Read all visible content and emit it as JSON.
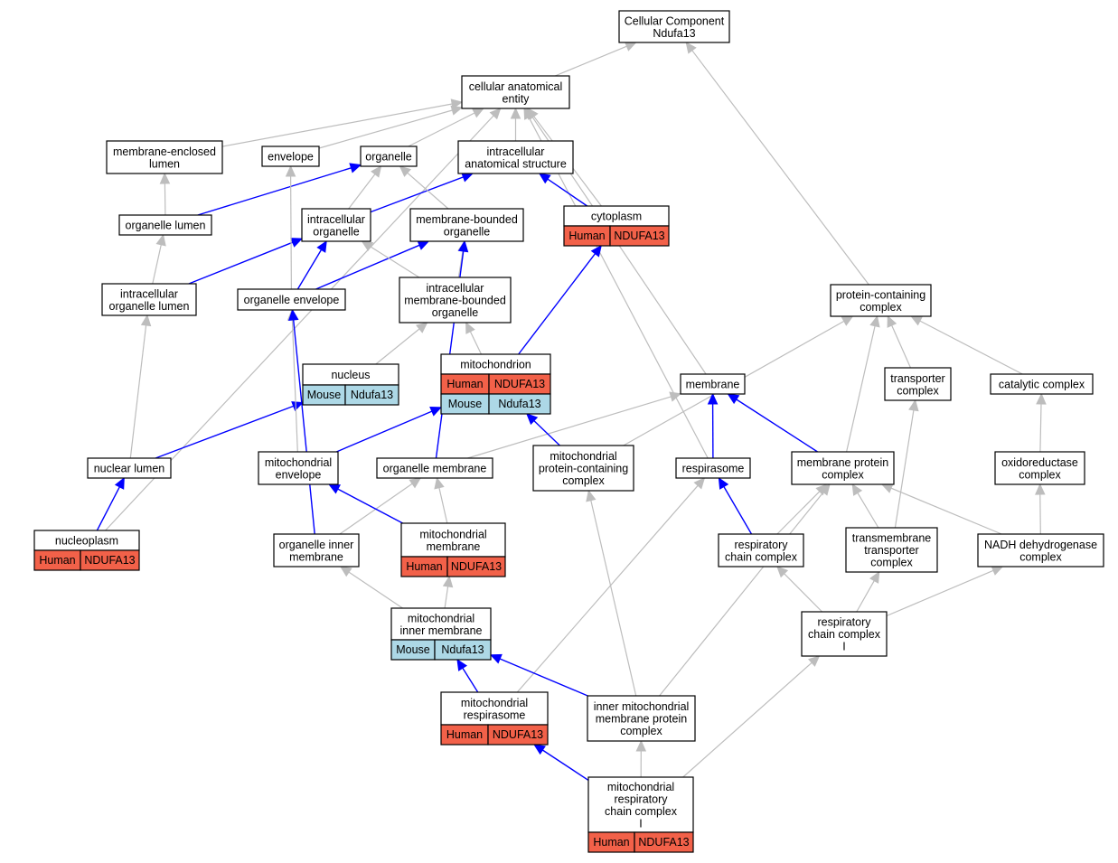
{
  "colors": {
    "human": "#f26149",
    "mouse": "#add8e6",
    "is_a_edge": "#bdbdbd",
    "part_of_edge": "#0000ff"
  },
  "nodes": {
    "root": {
      "label": [
        "Cellular Component",
        "Ndufa13"
      ]
    },
    "cae": {
      "label": [
        "cellular anatomical",
        "entity"
      ]
    },
    "mel": {
      "label": [
        "membrane-enclosed",
        "lumen"
      ]
    },
    "env": {
      "label": [
        "envelope"
      ]
    },
    "org": {
      "label": [
        "organelle"
      ]
    },
    "ias": {
      "label": [
        "intracellular",
        "anatomical structure"
      ]
    },
    "ol": {
      "label": [
        "organelle lumen"
      ]
    },
    "io": {
      "label": [
        "intracellular",
        "organelle"
      ]
    },
    "mbo": {
      "label": [
        "membrane-bounded",
        "organelle"
      ]
    },
    "cyto": {
      "label": [
        "cytoplasm"
      ],
      "rows": [
        [
          "Human",
          "NDUFA13"
        ]
      ]
    },
    "iol": {
      "label": [
        "intracellular",
        "organelle lumen"
      ]
    },
    "oe": {
      "label": [
        "organelle envelope"
      ]
    },
    "imbo": {
      "label": [
        "intracellular",
        "membrane-bounded",
        "organelle"
      ]
    },
    "pcc": {
      "label": [
        "protein-containing",
        "complex"
      ]
    },
    "nuc": {
      "label": [
        "nucleus"
      ],
      "rows": [
        [
          "Mouse",
          "Ndufa13"
        ]
      ]
    },
    "mito": {
      "label": [
        "mitochondrion"
      ],
      "rows": [
        [
          "Human",
          "NDUFA13"
        ],
        [
          "Mouse",
          "Ndufa13"
        ]
      ]
    },
    "memb": {
      "label": [
        "membrane"
      ]
    },
    "tc": {
      "label": [
        "transporter",
        "complex"
      ]
    },
    "cc": {
      "label": [
        "catalytic complex"
      ]
    },
    "nl": {
      "label": [
        "nuclear lumen"
      ]
    },
    "me": {
      "label": [
        "mitochondrial",
        "envelope"
      ]
    },
    "om": {
      "label": [
        "organelle membrane"
      ]
    },
    "mpcc": {
      "label": [
        "mitochondrial",
        "protein-containing",
        "complex"
      ]
    },
    "resp": {
      "label": [
        "respirasome"
      ]
    },
    "mpc": {
      "label": [
        "membrane protein",
        "complex"
      ]
    },
    "oxc": {
      "label": [
        "oxidoreductase",
        "complex"
      ]
    },
    "np": {
      "label": [
        "nucleoplasm"
      ],
      "rows": [
        [
          "Human",
          "NDUFA13"
        ]
      ]
    },
    "oim": {
      "label": [
        "organelle inner",
        "membrane"
      ]
    },
    "mm": {
      "label": [
        "mitochondrial",
        "membrane"
      ],
      "rows": [
        [
          "Human",
          "NDUFA13"
        ]
      ]
    },
    "rcc": {
      "label": [
        "respiratory",
        "chain complex"
      ]
    },
    "ttc": {
      "label": [
        "transmembrane",
        "transporter",
        "complex"
      ]
    },
    "ndh": {
      "label": [
        "NADH dehydrogenase",
        "complex"
      ]
    },
    "rcc1": {
      "label": [
        "respiratory",
        "chain complex",
        "I"
      ]
    },
    "mim": {
      "label": [
        "mitochondrial",
        "inner membrane"
      ],
      "rows": [
        [
          "Mouse",
          "Ndufa13"
        ]
      ]
    },
    "mresp": {
      "label": [
        "mitochondrial",
        "respirasome"
      ],
      "rows": [
        [
          "Human",
          "NDUFA13"
        ]
      ]
    },
    "impc": {
      "label": [
        "inner mitochondrial",
        "membrane protein",
        "complex"
      ]
    },
    "mrcc1": {
      "label": [
        "mitochondrial",
        "respiratory",
        "chain complex",
        "I"
      ],
      "rows": [
        [
          "Human",
          "NDUFA13"
        ]
      ]
    }
  },
  "edges": [
    {
      "from": "cae",
      "to": "root",
      "type": "is_a"
    },
    {
      "from": "pcc",
      "to": "root",
      "type": "is_a"
    },
    {
      "from": "mel",
      "to": "cae",
      "type": "is_a"
    },
    {
      "from": "env",
      "to": "cae",
      "type": "is_a"
    },
    {
      "from": "org",
      "to": "cae",
      "type": "is_a"
    },
    {
      "from": "ias",
      "to": "cae",
      "type": "is_a"
    },
    {
      "from": "cyto",
      "to": "cae",
      "type": "is_a"
    },
    {
      "from": "memb",
      "to": "cae",
      "type": "is_a"
    },
    {
      "from": "resp",
      "to": "cae",
      "type": "is_a"
    },
    {
      "from": "np",
      "to": "cae",
      "type": "is_a"
    },
    {
      "from": "ol",
      "to": "mel",
      "type": "is_a"
    },
    {
      "from": "ol",
      "to": "org",
      "type": "part_of"
    },
    {
      "from": "io",
      "to": "org",
      "type": "is_a"
    },
    {
      "from": "io",
      "to": "ias",
      "type": "part_of"
    },
    {
      "from": "mbo",
      "to": "org",
      "type": "is_a"
    },
    {
      "from": "cyto",
      "to": "ias",
      "type": "part_of"
    },
    {
      "from": "iol",
      "to": "ol",
      "type": "is_a"
    },
    {
      "from": "iol",
      "to": "io",
      "type": "part_of"
    },
    {
      "from": "oe",
      "to": "env",
      "type": "is_a"
    },
    {
      "from": "oe",
      "to": "io",
      "type": "part_of"
    },
    {
      "from": "oe",
      "to": "mbo",
      "type": "part_of"
    },
    {
      "from": "imbo",
      "to": "io",
      "type": "is_a"
    },
    {
      "from": "imbo",
      "to": "mbo",
      "type": "is_a"
    },
    {
      "from": "nuc",
      "to": "imbo",
      "type": "is_a"
    },
    {
      "from": "mito",
      "to": "imbo",
      "type": "is_a"
    },
    {
      "from": "mito",
      "to": "cyto",
      "type": "part_of"
    },
    {
      "from": "nl",
      "to": "iol",
      "type": "is_a"
    },
    {
      "from": "nl",
      "to": "nuc",
      "type": "part_of"
    },
    {
      "from": "np",
      "to": "nl",
      "type": "part_of"
    },
    {
      "from": "me",
      "to": "oe",
      "type": "is_a"
    },
    {
      "from": "me",
      "to": "mito",
      "type": "part_of"
    },
    {
      "from": "om",
      "to": "memb",
      "type": "is_a"
    },
    {
      "from": "om",
      "to": "mbo",
      "type": "part_of"
    },
    {
      "from": "mpcc",
      "to": "pcc",
      "type": "is_a"
    },
    {
      "from": "mpcc",
      "to": "mito",
      "type": "part_of"
    },
    {
      "from": "resp",
      "to": "memb",
      "type": "part_of"
    },
    {
      "from": "mpc",
      "to": "memb",
      "type": "part_of"
    },
    {
      "from": "mpc",
      "to": "pcc",
      "type": "is_a"
    },
    {
      "from": "tc",
      "to": "pcc",
      "type": "is_a"
    },
    {
      "from": "cc",
      "to": "pcc",
      "type": "is_a"
    },
    {
      "from": "oxc",
      "to": "cc",
      "type": "is_a"
    },
    {
      "from": "oim",
      "to": "om",
      "type": "is_a"
    },
    {
      "from": "oim",
      "to": "oe",
      "type": "part_of"
    },
    {
      "from": "mm",
      "to": "om",
      "type": "is_a"
    },
    {
      "from": "mm",
      "to": "me",
      "type": "part_of"
    },
    {
      "from": "rcc",
      "to": "mpc",
      "type": "is_a"
    },
    {
      "from": "rcc",
      "to": "resp",
      "type": "part_of"
    },
    {
      "from": "ttc",
      "to": "mpc",
      "type": "is_a"
    },
    {
      "from": "ttc",
      "to": "tc",
      "type": "is_a"
    },
    {
      "from": "ndh",
      "to": "mpc",
      "type": "is_a"
    },
    {
      "from": "ndh",
      "to": "oxc",
      "type": "is_a"
    },
    {
      "from": "rcc1",
      "to": "rcc",
      "type": "is_a"
    },
    {
      "from": "rcc1",
      "to": "ttc",
      "type": "is_a"
    },
    {
      "from": "rcc1",
      "to": "ndh",
      "type": "is_a"
    },
    {
      "from": "mim",
      "to": "oim",
      "type": "is_a"
    },
    {
      "from": "mim",
      "to": "mm",
      "type": "is_a"
    },
    {
      "from": "mresp",
      "to": "mim",
      "type": "part_of"
    },
    {
      "from": "mresp",
      "to": "resp",
      "type": "is_a"
    },
    {
      "from": "impc",
      "to": "mim",
      "type": "part_of"
    },
    {
      "from": "impc",
      "to": "mpcc",
      "type": "is_a"
    },
    {
      "from": "impc",
      "to": "mpc",
      "type": "is_a"
    },
    {
      "from": "mrcc1",
      "to": "impc",
      "type": "is_a"
    },
    {
      "from": "mrcc1",
      "to": "mresp",
      "type": "part_of"
    },
    {
      "from": "mrcc1",
      "to": "rcc1",
      "type": "is_a"
    }
  ]
}
